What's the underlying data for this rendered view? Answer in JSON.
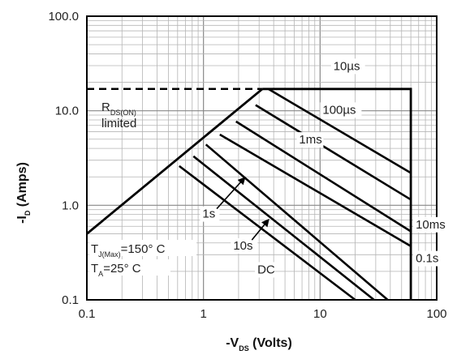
{
  "chart_data": {
    "type": "line",
    "x_scale": "log",
    "y_scale": "log",
    "xlim": [
      0.1,
      100
    ],
    "ylim": [
      0.1,
      100
    ],
    "grid": true,
    "x_ticks": [
      "0.1",
      "1",
      "10",
      "100"
    ],
    "y_ticks": [
      "0.1",
      "1.0",
      "10.0",
      "100.0"
    ],
    "xlabel": {
      "pre": "-V",
      "sub": "DS",
      "post": " (Volts)"
    },
    "ylabel": {
      "pre": "-I",
      "sub": "D",
      "post": " (Amps)"
    },
    "current_limit_A": 17,
    "series": [
      {
        "name": "10µs",
        "label": "10µs",
        "x": [
          0.1,
          0.1,
          60,
          60
        ],
        "y": [
          17,
          17,
          17,
          17
        ]
      },
      {
        "name": "100µs",
        "label": "100µs",
        "x": [
          3.6,
          60
        ],
        "y": [
          17,
          2.2
        ]
      },
      {
        "name": "1ms",
        "label": "1ms",
        "x": [
          2.8,
          60
        ],
        "y": [
          11.5,
          1.15
        ]
      },
      {
        "name": "10ms",
        "label": "10ms",
        "x": [
          1.9,
          60
        ],
        "y": [
          7.7,
          0.53
        ]
      },
      {
        "name": "0.1s",
        "label": "0.1s",
        "x": [
          1.38,
          60
        ],
        "y": [
          5.6,
          0.37
        ]
      },
      {
        "name": "1s",
        "label": "1s",
        "x": [
          1.05,
          38
        ],
        "y": [
          4.4,
          0.1
        ]
      },
      {
        "name": "10s",
        "label": "10s",
        "x": [
          0.82,
          29
        ],
        "y": [
          3.3,
          0.1
        ]
      },
      {
        "name": "DC",
        "label": "DC",
        "x": [
          0.62,
          20
        ],
        "y": [
          2.6,
          0.1
        ]
      }
    ],
    "rds_on_boundary": {
      "x": [
        0.1,
        3.2
      ],
      "y": [
        0.5,
        17
      ]
    },
    "labels": {
      "rds_on": {
        "pre": "R",
        "sub": "DS(ON)",
        "line2": "limited"
      },
      "tj": {
        "pre": "T",
        "sub": "J(Max)",
        "post": "=150° C"
      },
      "ta": {
        "pre": "T",
        "sub": "A",
        "post": "=25° C"
      }
    }
  }
}
